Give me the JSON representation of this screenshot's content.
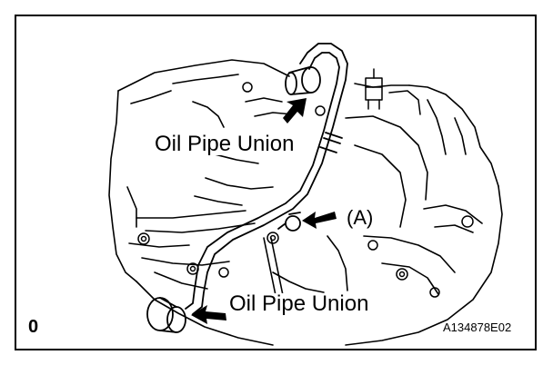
{
  "labels": {
    "oil_pipe_union_top": "Oil Pipe Union",
    "mark_a": "(A)",
    "oil_pipe_union_bottom": "Oil Pipe Union",
    "corner_mark": "0",
    "figure_code": "A134878E02"
  },
  "colors": {
    "line": "#000000",
    "background": "#ffffff"
  }
}
